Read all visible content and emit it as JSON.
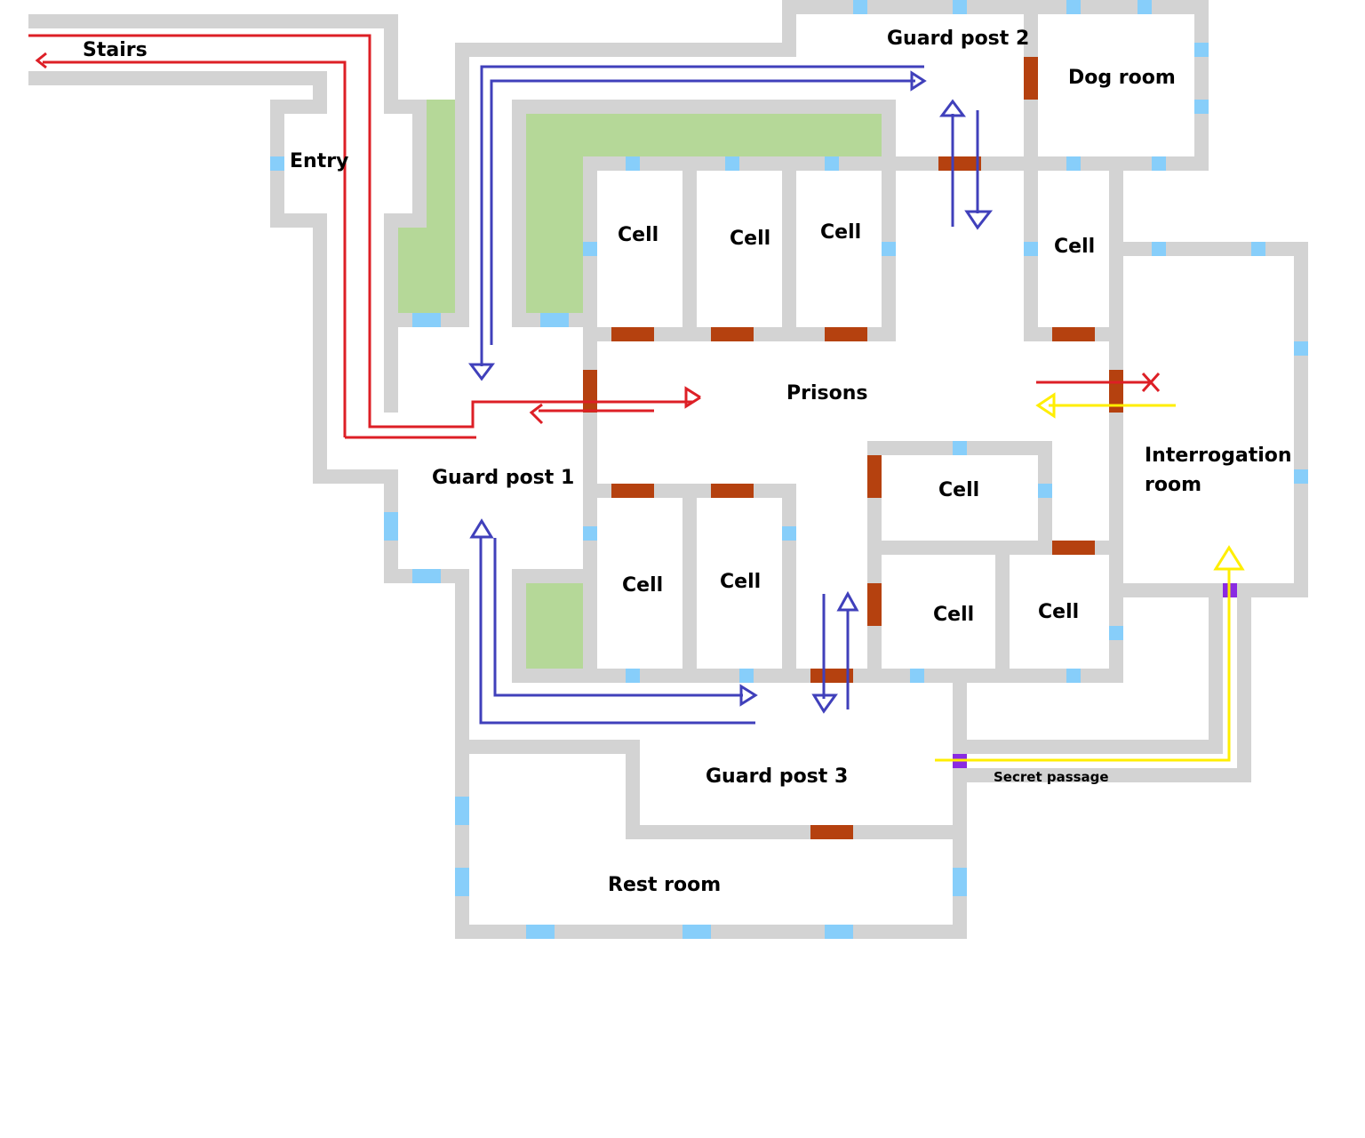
{
  "labels": {
    "stairs": "Stairs",
    "entry": "Entry",
    "guard_post_1": "Guard post 1",
    "guard_post_2": "Guard post 2",
    "guard_post_3": "Guard post 3",
    "dog_room": "Dog room",
    "prisons": "Prisons",
    "interrogation_line1": "Interrogation",
    "interrogation_line2": "room",
    "rest_room": "Rest room",
    "secret_passage": "Secret passage",
    "cells": [
      "Cell",
      "Cell",
      "Cell",
      "Cell",
      "Cell",
      "Cell",
      "Cell",
      "Cell",
      "Cell"
    ]
  },
  "colors": {
    "wall": "#d3d3d3",
    "window": "#87cefa",
    "door": "#b5410f",
    "grass": "#b5d898",
    "route_exit": "#dd1f26",
    "route_patrol": "#4040bb",
    "route_secret": "#ffee00",
    "secret_door": "#8a2be2"
  }
}
